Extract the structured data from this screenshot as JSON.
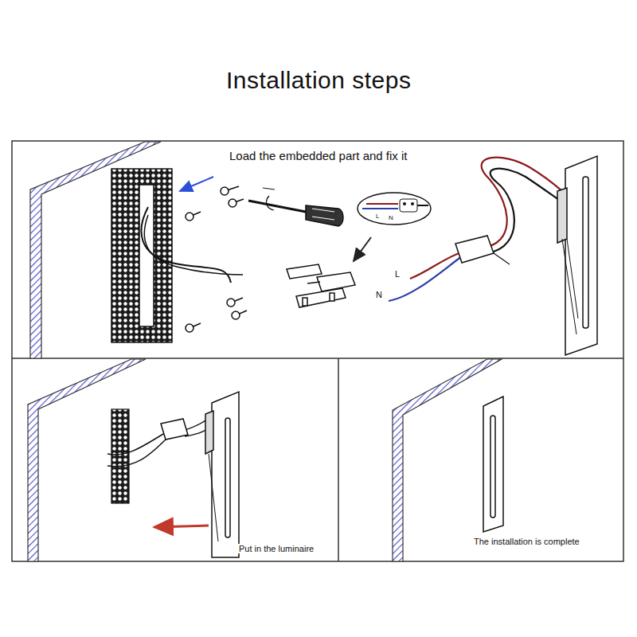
{
  "diagram": {
    "title": "Installation steps",
    "labels": [
      "Load the embedded part and fix it",
      "L",
      "N",
      "L",
      "N",
      "Put in the luminaire",
      "The installation is complete"
    ]
  }
}
